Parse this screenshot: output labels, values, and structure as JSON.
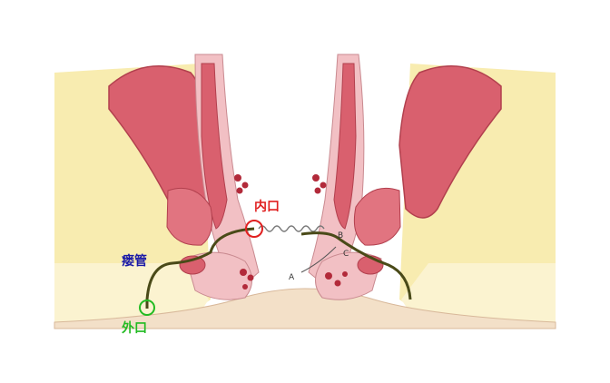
{
  "labels": {
    "internal_opening": "内口",
    "fistula_tract": "瘘管",
    "external_opening": "外口",
    "point_a": "A",
    "point_b": "B",
    "point_c": "C"
  },
  "colors": {
    "internal_opening": "#e02020",
    "fistula_tract": "#1a1aa8",
    "external_opening": "#22bb22",
    "fat": "#f8ecb0",
    "muscle": "#d9606e",
    "mucosa": "#f2c0c4",
    "tract_line": "#4a4a18"
  }
}
